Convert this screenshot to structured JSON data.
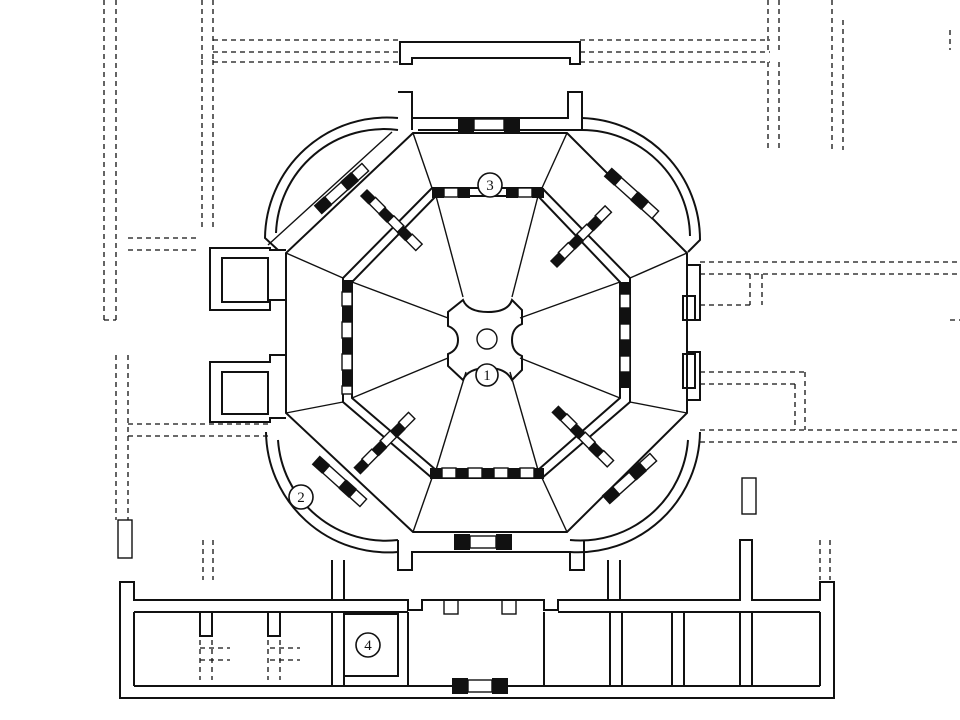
{
  "diagram": {
    "markers": [
      {
        "id": "1",
        "label": "1"
      },
      {
        "id": "2",
        "label": "2"
      },
      {
        "id": "3",
        "label": "3"
      },
      {
        "id": "4",
        "label": "4"
      }
    ]
  }
}
